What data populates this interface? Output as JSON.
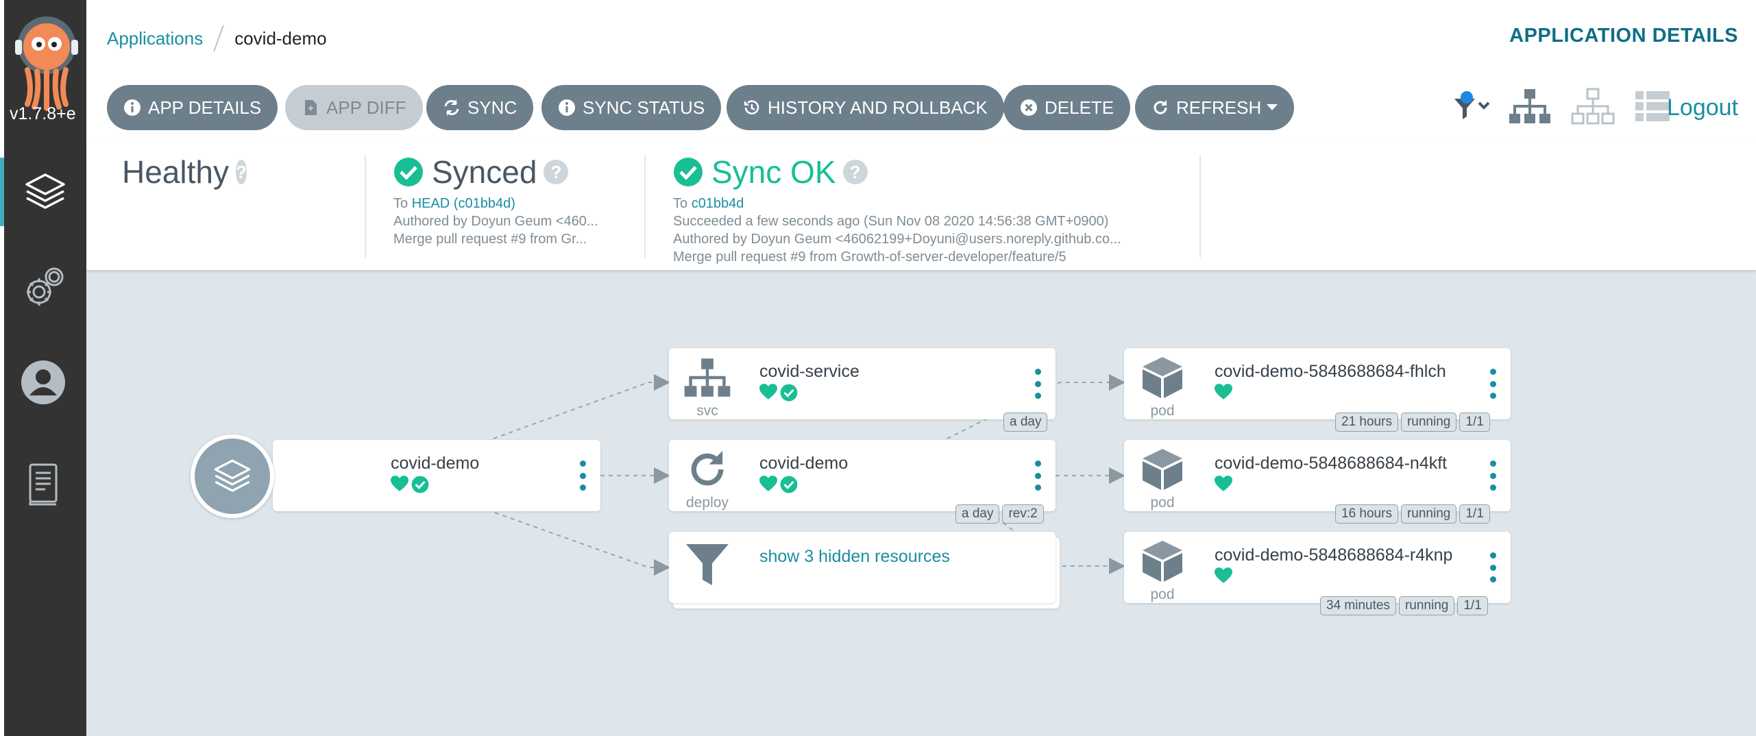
{
  "sidebar": {
    "version": "v1.7.8+e",
    "nav": [
      "applications-icon",
      "settings-icon",
      "user-icon",
      "docs-icon"
    ]
  },
  "header": {
    "breadcrumb_root": "Applications",
    "breadcrumb_current": "covid-demo",
    "page_title": "APPLICATION DETAILS"
  },
  "toolbar": {
    "app_details": "APP DETAILS",
    "app_diff": "APP DIFF",
    "sync": "SYNC",
    "sync_status": "SYNC STATUS",
    "history": "HISTORY AND ROLLBACK",
    "delete": "DELETE",
    "refresh": "REFRESH",
    "logout": "Logout"
  },
  "status": {
    "health": {
      "label": "Healthy",
      "q": "?"
    },
    "sync": {
      "label": "Synced",
      "q": "?",
      "to_prefix": "To",
      "to_link": "HEAD (c01bb4d)",
      "author": "Authored by Doyun Geum <460...",
      "message": "Merge pull request #9 from Gr..."
    },
    "operation": {
      "label": "Sync OK",
      "q": "?",
      "to_prefix": "To",
      "to_link": "c01bb4d",
      "time": "Succeeded a few seconds ago (Sun Nov 08 2020 14:56:38 GMT+0900)",
      "author": "Authored by Doyun Geum <46062199+Doyuni@users.noreply.github.co...",
      "message": "Merge pull request #9 from Growth-of-server-developer/feature/5"
    }
  },
  "graph": {
    "app": {
      "name": "covid-demo"
    },
    "service": {
      "name": "covid-service",
      "kind": "svc",
      "tags": [
        "a day"
      ]
    },
    "deploy": {
      "name": "covid-demo",
      "kind": "deploy",
      "tags": [
        "a day",
        "rev:2"
      ]
    },
    "hidden": {
      "label": "show 3 hidden resources"
    },
    "pods": [
      {
        "name": "covid-demo-5848688684-fhlch",
        "kind": "pod",
        "tags": [
          "21 hours",
          "running",
          "1/1"
        ]
      },
      {
        "name": "covid-demo-5848688684-n4kft",
        "kind": "pod",
        "tags": [
          "16 hours",
          "running",
          "1/1"
        ]
      },
      {
        "name": "covid-demo-5848688684-r4knp",
        "kind": "pod",
        "tags": [
          "34 minutes",
          "running",
          "1/1"
        ]
      }
    ]
  },
  "colors": {
    "accent": "#1a8ea0",
    "healthy": "#18be94",
    "button": "#6d7f8b",
    "canvas": "#dee6eb"
  }
}
